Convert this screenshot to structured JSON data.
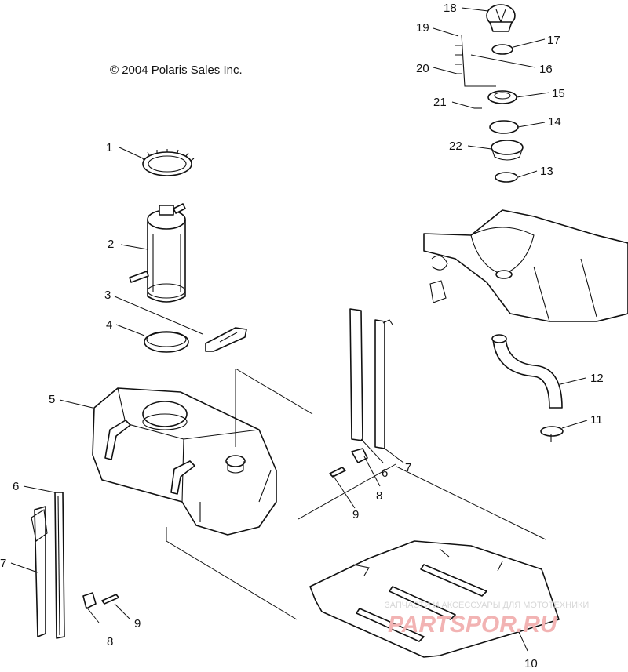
{
  "copyright": "© 2004 Polaris Sales Inc.",
  "watermark": {
    "line1": "ЗАПЧАСТИ И АКСЕССУАРЫ ДЛЯ МОТОТЕХНИКИ",
    "line2": "PARTSPOR.RU"
  },
  "callouts": [
    {
      "key": "c1",
      "text": "1"
    },
    {
      "key": "c2",
      "text": "2"
    },
    {
      "key": "c3",
      "text": "3"
    },
    {
      "key": "c4",
      "text": "4"
    },
    {
      "key": "c5",
      "text": "5"
    },
    {
      "key": "c6a",
      "text": "6"
    },
    {
      "key": "c6b",
      "text": "6"
    },
    {
      "key": "c7a",
      "text": "7"
    },
    {
      "key": "c7b",
      "text": "7"
    },
    {
      "key": "c8a",
      "text": "8"
    },
    {
      "key": "c8b",
      "text": "8"
    },
    {
      "key": "c9a",
      "text": "9"
    },
    {
      "key": "c9b",
      "text": "9"
    },
    {
      "key": "c10",
      "text": "10"
    },
    {
      "key": "c11",
      "text": "11"
    },
    {
      "key": "c12",
      "text": "12"
    },
    {
      "key": "c13",
      "text": "13"
    },
    {
      "key": "c14",
      "text": "14"
    },
    {
      "key": "c15",
      "text": "15"
    },
    {
      "key": "c16",
      "text": "16"
    },
    {
      "key": "c17",
      "text": "17"
    },
    {
      "key": "c18",
      "text": "18"
    },
    {
      "key": "c19",
      "text": "19"
    },
    {
      "key": "c20",
      "text": "20"
    },
    {
      "key": "c21",
      "text": "21"
    },
    {
      "key": "c22",
      "text": "22"
    }
  ]
}
